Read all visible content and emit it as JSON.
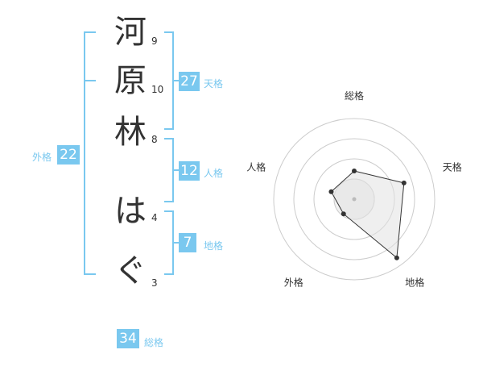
{
  "name": {
    "chars": [
      "河",
      "原",
      "林",
      "は",
      "ぐ"
    ],
    "strokes": [
      "9",
      "10",
      "8",
      "4",
      "3"
    ]
  },
  "kaku": {
    "tenkaku": {
      "value": "27",
      "label": "天格"
    },
    "jinkaku": {
      "value": "12",
      "label": "人格"
    },
    "chikaku": {
      "value": "7",
      "label": "地格"
    },
    "gaikaku": {
      "value": "22",
      "label": "外格"
    },
    "soukaku": {
      "value": "34",
      "label": "総格"
    }
  },
  "radar": {
    "axes": [
      "総格",
      "天格",
      "地格",
      "外格",
      "人格"
    ],
    "levels": 4,
    "max": 4,
    "values": [
      1.4,
      2.6,
      3.6,
      0.9,
      1.2
    ],
    "colors": {
      "grid": "#cccccc",
      "fill": "#f2f2f2",
      "line": "#333333",
      "center": "#bbbbbb"
    }
  },
  "colors": {
    "accent": "#7ac8ef",
    "text": "#333333"
  }
}
